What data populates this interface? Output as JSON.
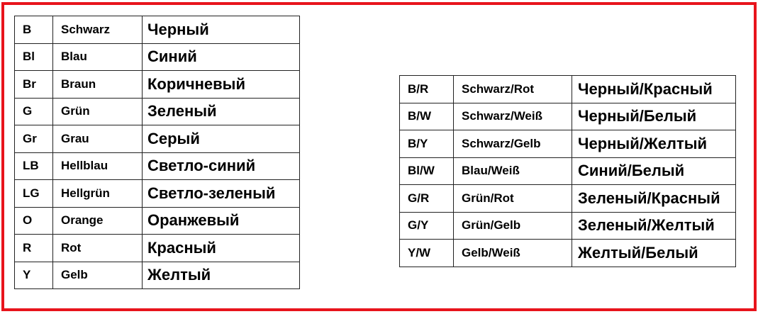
{
  "colors": {
    "border_red": "#e8141c",
    "text": "#000000",
    "grid": "#222222"
  },
  "left_table": {
    "rows": [
      {
        "code": "B",
        "de": "Schwarz",
        "ru": "Черный"
      },
      {
        "code": "Bl",
        "de": "Blau",
        "ru": "Синий"
      },
      {
        "code": "Br",
        "de": "Braun",
        "ru": "Коричневый"
      },
      {
        "code": "G",
        "de": "Grün",
        "ru": "Зеленый"
      },
      {
        "code": "Gr",
        "de": "Grau",
        "ru": "Серый"
      },
      {
        "code": "LB",
        "de": "Hellblau",
        "ru": "Светло-синий"
      },
      {
        "code": "LG",
        "de": "Hellgrün",
        "ru": "Светло-зеленый"
      },
      {
        "code": "O",
        "de": "Orange",
        "ru": "Оранжевый"
      },
      {
        "code": "R",
        "de": "Rot",
        "ru": "Красный"
      },
      {
        "code": "Y",
        "de": "Gelb",
        "ru": "Желтый"
      }
    ]
  },
  "right_table": {
    "rows": [
      {
        "code": "B/R",
        "de": "Schwarz/Rot",
        "ru": "Черный/Красный"
      },
      {
        "code": "B/W",
        "de": "Schwarz/Weiß",
        "ru": "Черный/Белый"
      },
      {
        "code": "B/Y",
        "de": "Schwarz/Gelb",
        "ru": "Черный/Желтый"
      },
      {
        "code": "Bl/W",
        "de": "Blau/Weiß",
        "ru": "Синий/Белый"
      },
      {
        "code": "G/R",
        "de": "Grün/Rot",
        "ru": "Зеленый/Красный"
      },
      {
        "code": "G/Y",
        "de": "Grün/Gelb",
        "ru": "Зеленый/Желтый"
      },
      {
        "code": "Y/W",
        "de": "Gelb/Weiß",
        "ru": "Желтый/Белый"
      }
    ]
  }
}
